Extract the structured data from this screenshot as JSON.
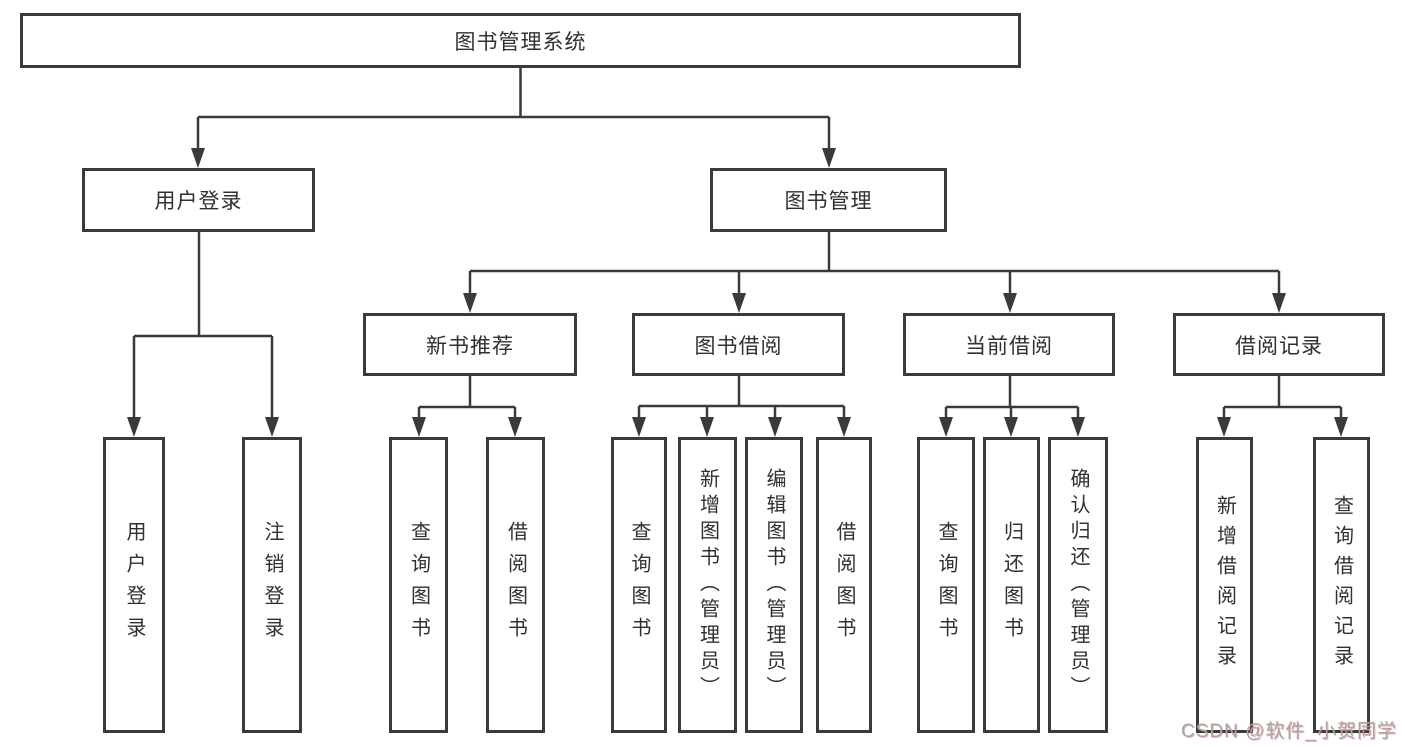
{
  "diagram": {
    "root": {
      "label": "图书管理系统"
    },
    "level2": [
      {
        "label": "用户登录"
      },
      {
        "label": "图书管理"
      }
    ],
    "level3": [
      {
        "label": "新书推荐"
      },
      {
        "label": "图书借阅"
      },
      {
        "label": "当前借阅"
      },
      {
        "label": "借阅记录"
      }
    ],
    "leaves": [
      {
        "label": "用户登录",
        "parent": "用户登录"
      },
      {
        "label": "注销登录",
        "parent": "用户登录"
      },
      {
        "label": "查询图书",
        "parent": "新书推荐"
      },
      {
        "label": "借阅图书",
        "parent": "新书推荐"
      },
      {
        "label": "查询图书",
        "parent": "图书借阅"
      },
      {
        "label": "新增图书（管理员）",
        "parent": "图书借阅"
      },
      {
        "label": "编辑图书（管理员）",
        "parent": "图书借阅"
      },
      {
        "label": "借阅图书",
        "parent": "图书借阅"
      },
      {
        "label": "查询图书",
        "parent": "当前借阅"
      },
      {
        "label": "归还图书",
        "parent": "当前借阅"
      },
      {
        "label": "确认归还（管理员）",
        "parent": "当前借阅"
      },
      {
        "label": "新增借阅记录",
        "parent": "借阅记录"
      },
      {
        "label": "查询借阅记录",
        "parent": "借阅记录"
      }
    ],
    "colors": {
      "line": "#3a3a3a",
      "border": "#3a3a3a",
      "text": "#303030",
      "background": "#ffffff"
    }
  },
  "watermark": {
    "text": "CSDN @软件_小贺同学"
  }
}
